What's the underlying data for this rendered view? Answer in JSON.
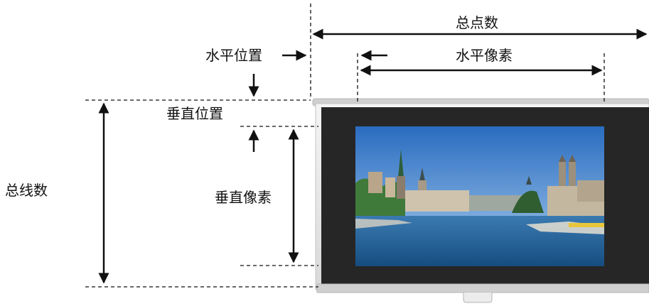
{
  "labels": {
    "total_dots": "总点数",
    "horizontal_position": "水平位置",
    "horizontal_pixels": "水平像素",
    "vertical_position": "垂直位置",
    "vertical_pixels": "垂直像素",
    "total_lines": "总线数"
  },
  "colors": {
    "line": "#111111",
    "screen_frame": "#e6e6e6",
    "screen_border": "#2a2a2a",
    "sky_top": "#2f74c6",
    "sky_bottom": "#9cc6ec",
    "water": "#1f5e98"
  },
  "icons": {
    "screen": "projection-screen",
    "photo": "city-river-photo"
  }
}
